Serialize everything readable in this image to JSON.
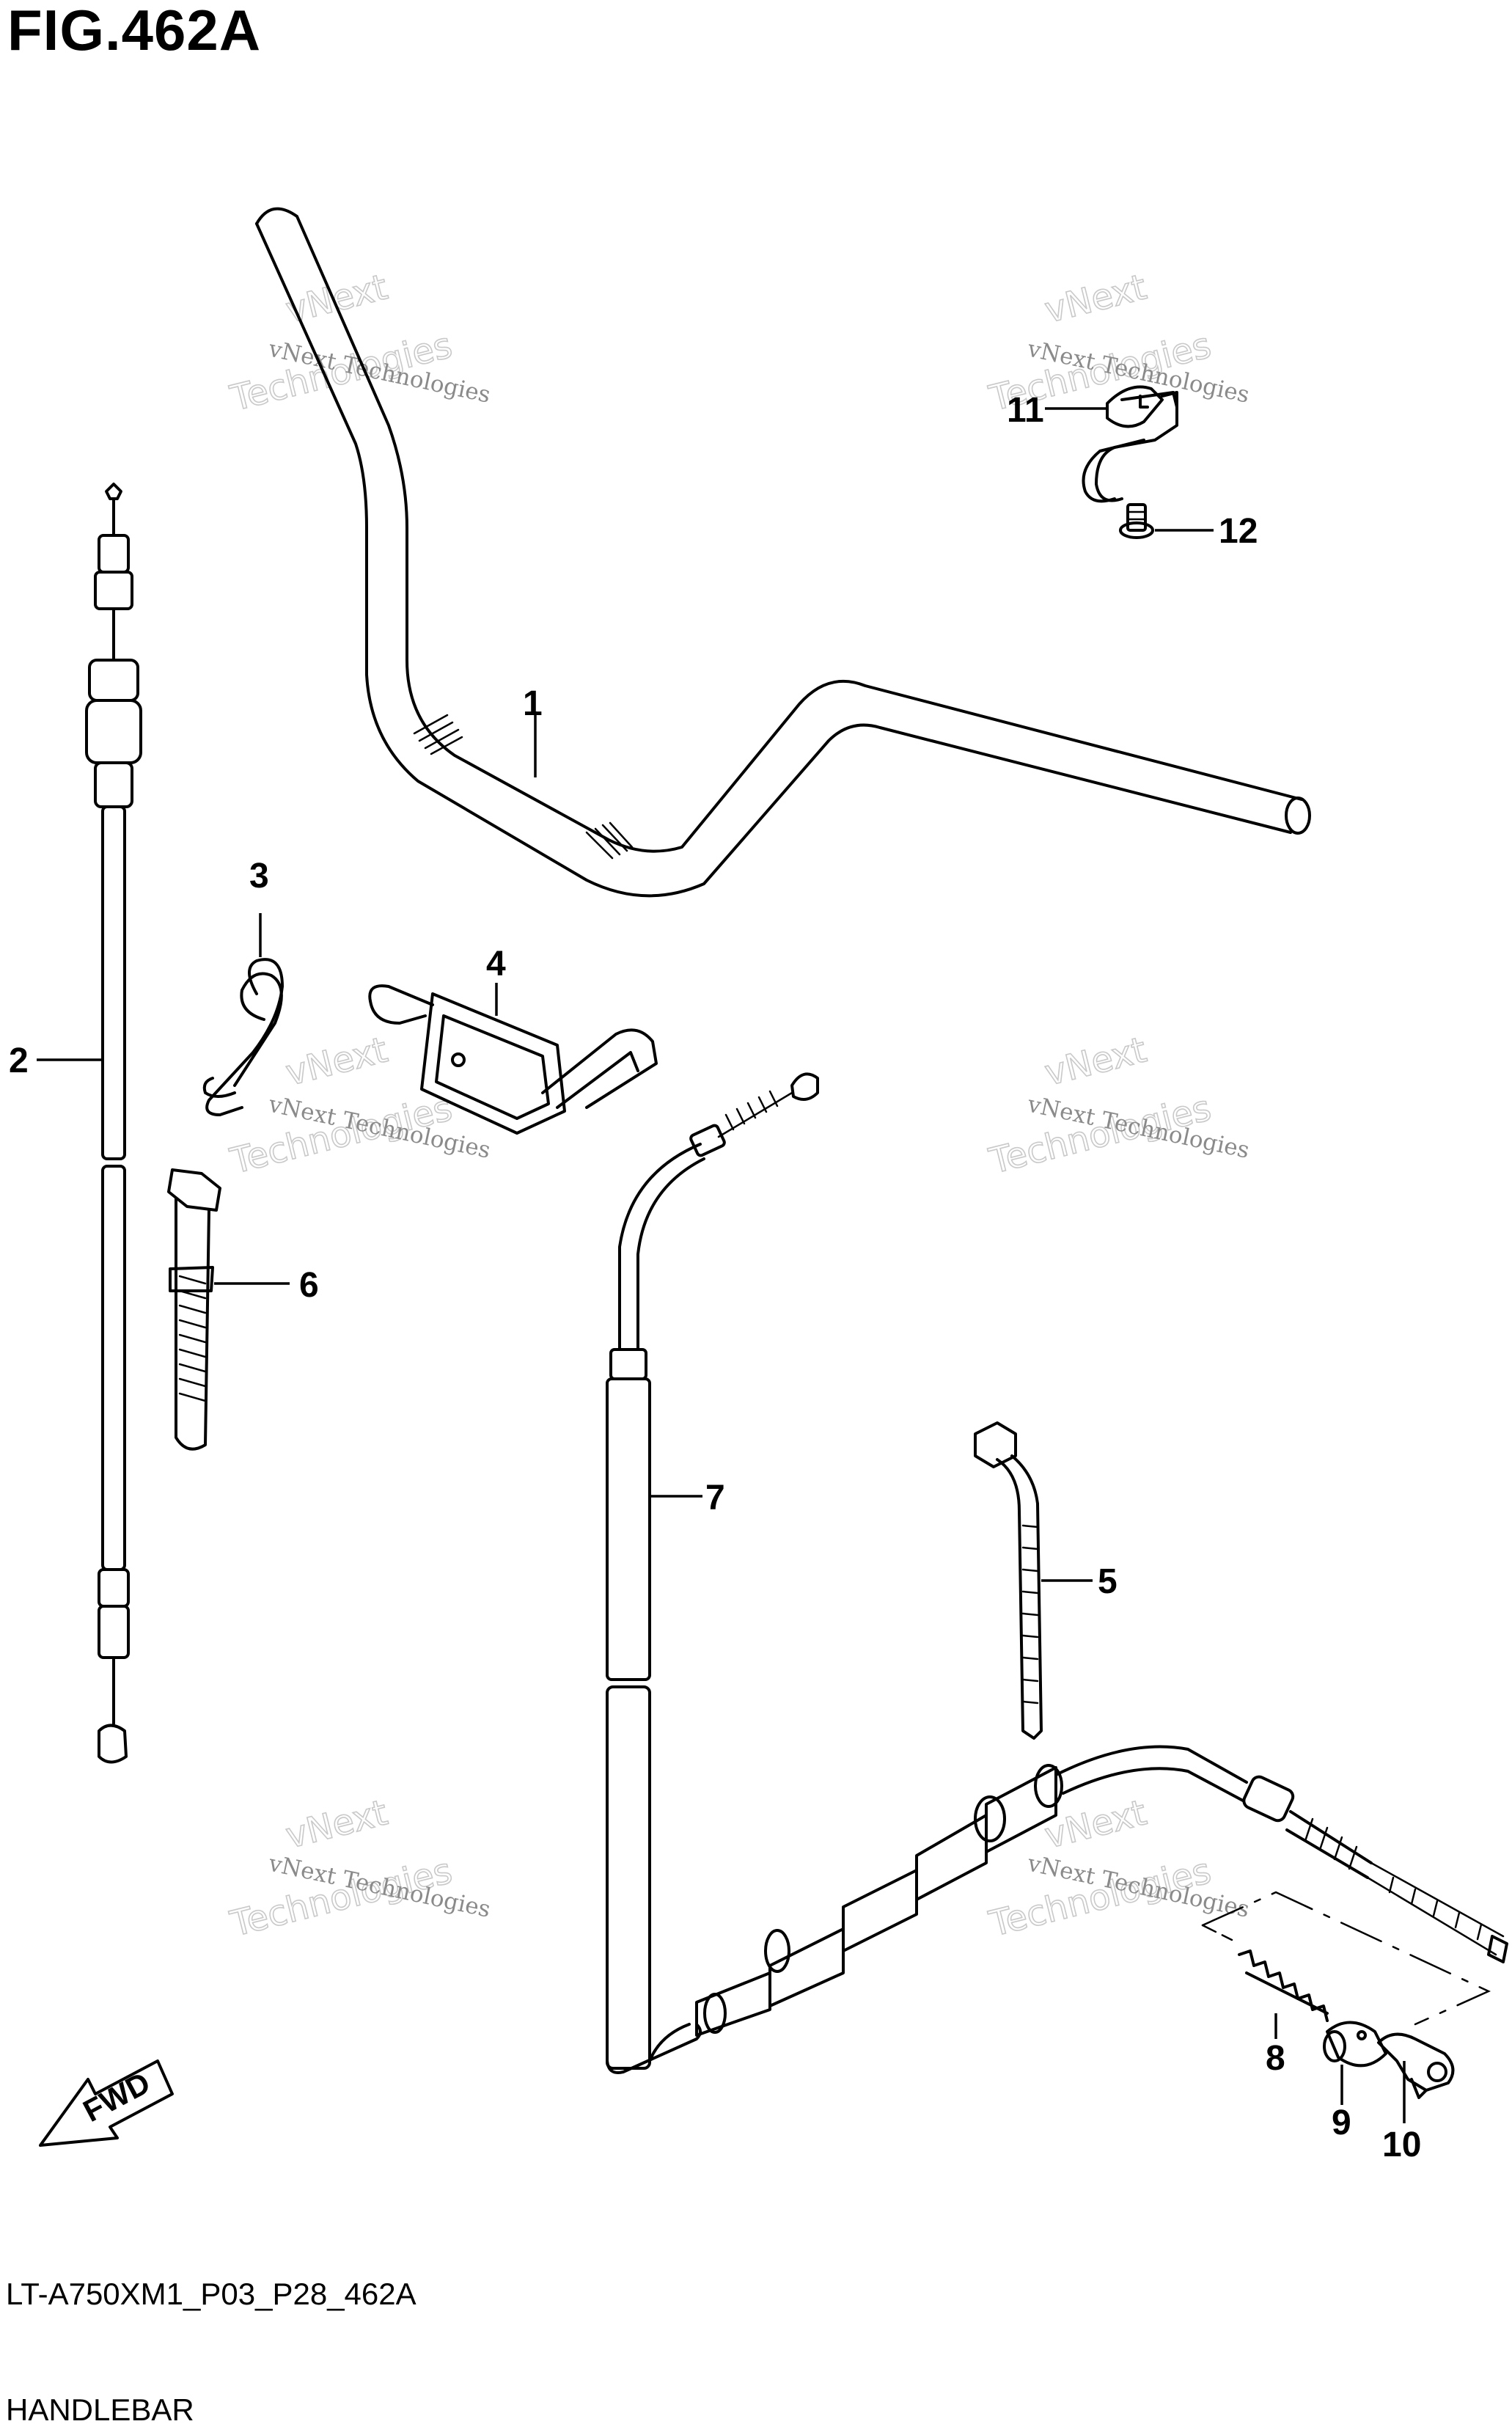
{
  "figure": {
    "title": "FIG.462A",
    "code": "LT-A750XM1_P03_P28_462A",
    "name": "HANDLEBAR"
  },
  "watermark": {
    "line1": "vNext Technologies",
    "line2": "vNext",
    "line3": "Technologies"
  },
  "parts": [
    {
      "id": "1",
      "label": "1",
      "item": "handlebar"
    },
    {
      "id": "2",
      "label": "2",
      "item": "cable"
    },
    {
      "id": "3",
      "label": "3",
      "item": "clip"
    },
    {
      "id": "4",
      "label": "4",
      "item": "bracket"
    },
    {
      "id": "5",
      "label": "5",
      "item": "cable tie"
    },
    {
      "id": "6",
      "label": "6",
      "item": "cable tie"
    },
    {
      "id": "7",
      "label": "7",
      "item": "cable"
    },
    {
      "id": "8",
      "label": "8",
      "item": "spring"
    },
    {
      "id": "9",
      "label": "9",
      "item": "bushing"
    },
    {
      "id": "10",
      "label": "10",
      "item": "bracket"
    },
    {
      "id": "11",
      "label": "11",
      "item": "guide"
    },
    {
      "id": "12",
      "label": "12",
      "item": "bolt"
    }
  ],
  "direction": {
    "label": "FWD"
  }
}
